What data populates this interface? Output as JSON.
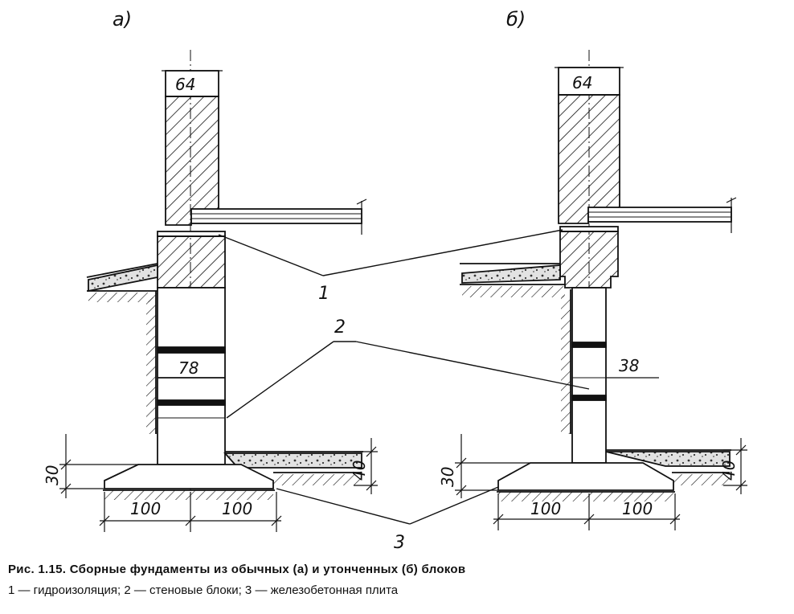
{
  "figure": {
    "panels": {
      "a": {
        "label": "а)",
        "top_width": "64",
        "block_width": "78",
        "dim_left": "30",
        "dim_right": "40",
        "slab_left": "100",
        "slab_right": "100"
      },
      "b": {
        "label": "б)",
        "top_width": "64",
        "block_width": "38",
        "dim_left": "30",
        "dim_right": "40",
        "slab_left": "100",
        "slab_right": "100"
      }
    },
    "callouts": {
      "one": "1",
      "two": "2",
      "three": "3"
    },
    "caption": {
      "title": "Рис. 1.15. Сборные фундаменты из обычных (а) и утонченных (б) блоков",
      "legend": "1 — гидроизоляция; 2 — стеновые блоки; 3 — железобетонная плита"
    }
  }
}
